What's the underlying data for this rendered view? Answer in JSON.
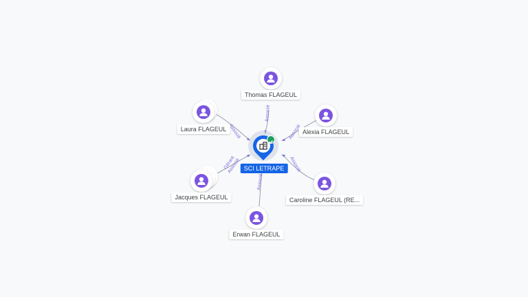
{
  "company": {
    "name": "SCI LETRAPE",
    "icon": "building-icon",
    "status_icon": "check-icon",
    "brand_color": "#1565e6",
    "status_color": "#1e9e5c"
  },
  "person_icon": "person-icon",
  "person_color": "#7b55e0",
  "relation_color": "#7b6fd6",
  "people": [
    {
      "key": "thomas",
      "name": "Thomas FLAGEUL",
      "roles": [
        "Associé"
      ]
    },
    {
      "key": "alexia",
      "name": "Alexia FLAGEUL",
      "roles": [
        "Associé"
      ]
    },
    {
      "key": "caroline",
      "name": "Caroline FLAGEUL (RE...",
      "roles": [
        "Associé"
      ]
    },
    {
      "key": "erwan",
      "name": "Erwan FLAGEUL",
      "roles": [
        "Associé"
      ]
    },
    {
      "key": "jacques",
      "name": "Jacques FLAGEUL",
      "roles": [
        "Gérant",
        "Associé"
      ]
    },
    {
      "key": "laura",
      "name": "Laura FLAGEUL",
      "roles": [
        "Associé"
      ]
    }
  ]
}
